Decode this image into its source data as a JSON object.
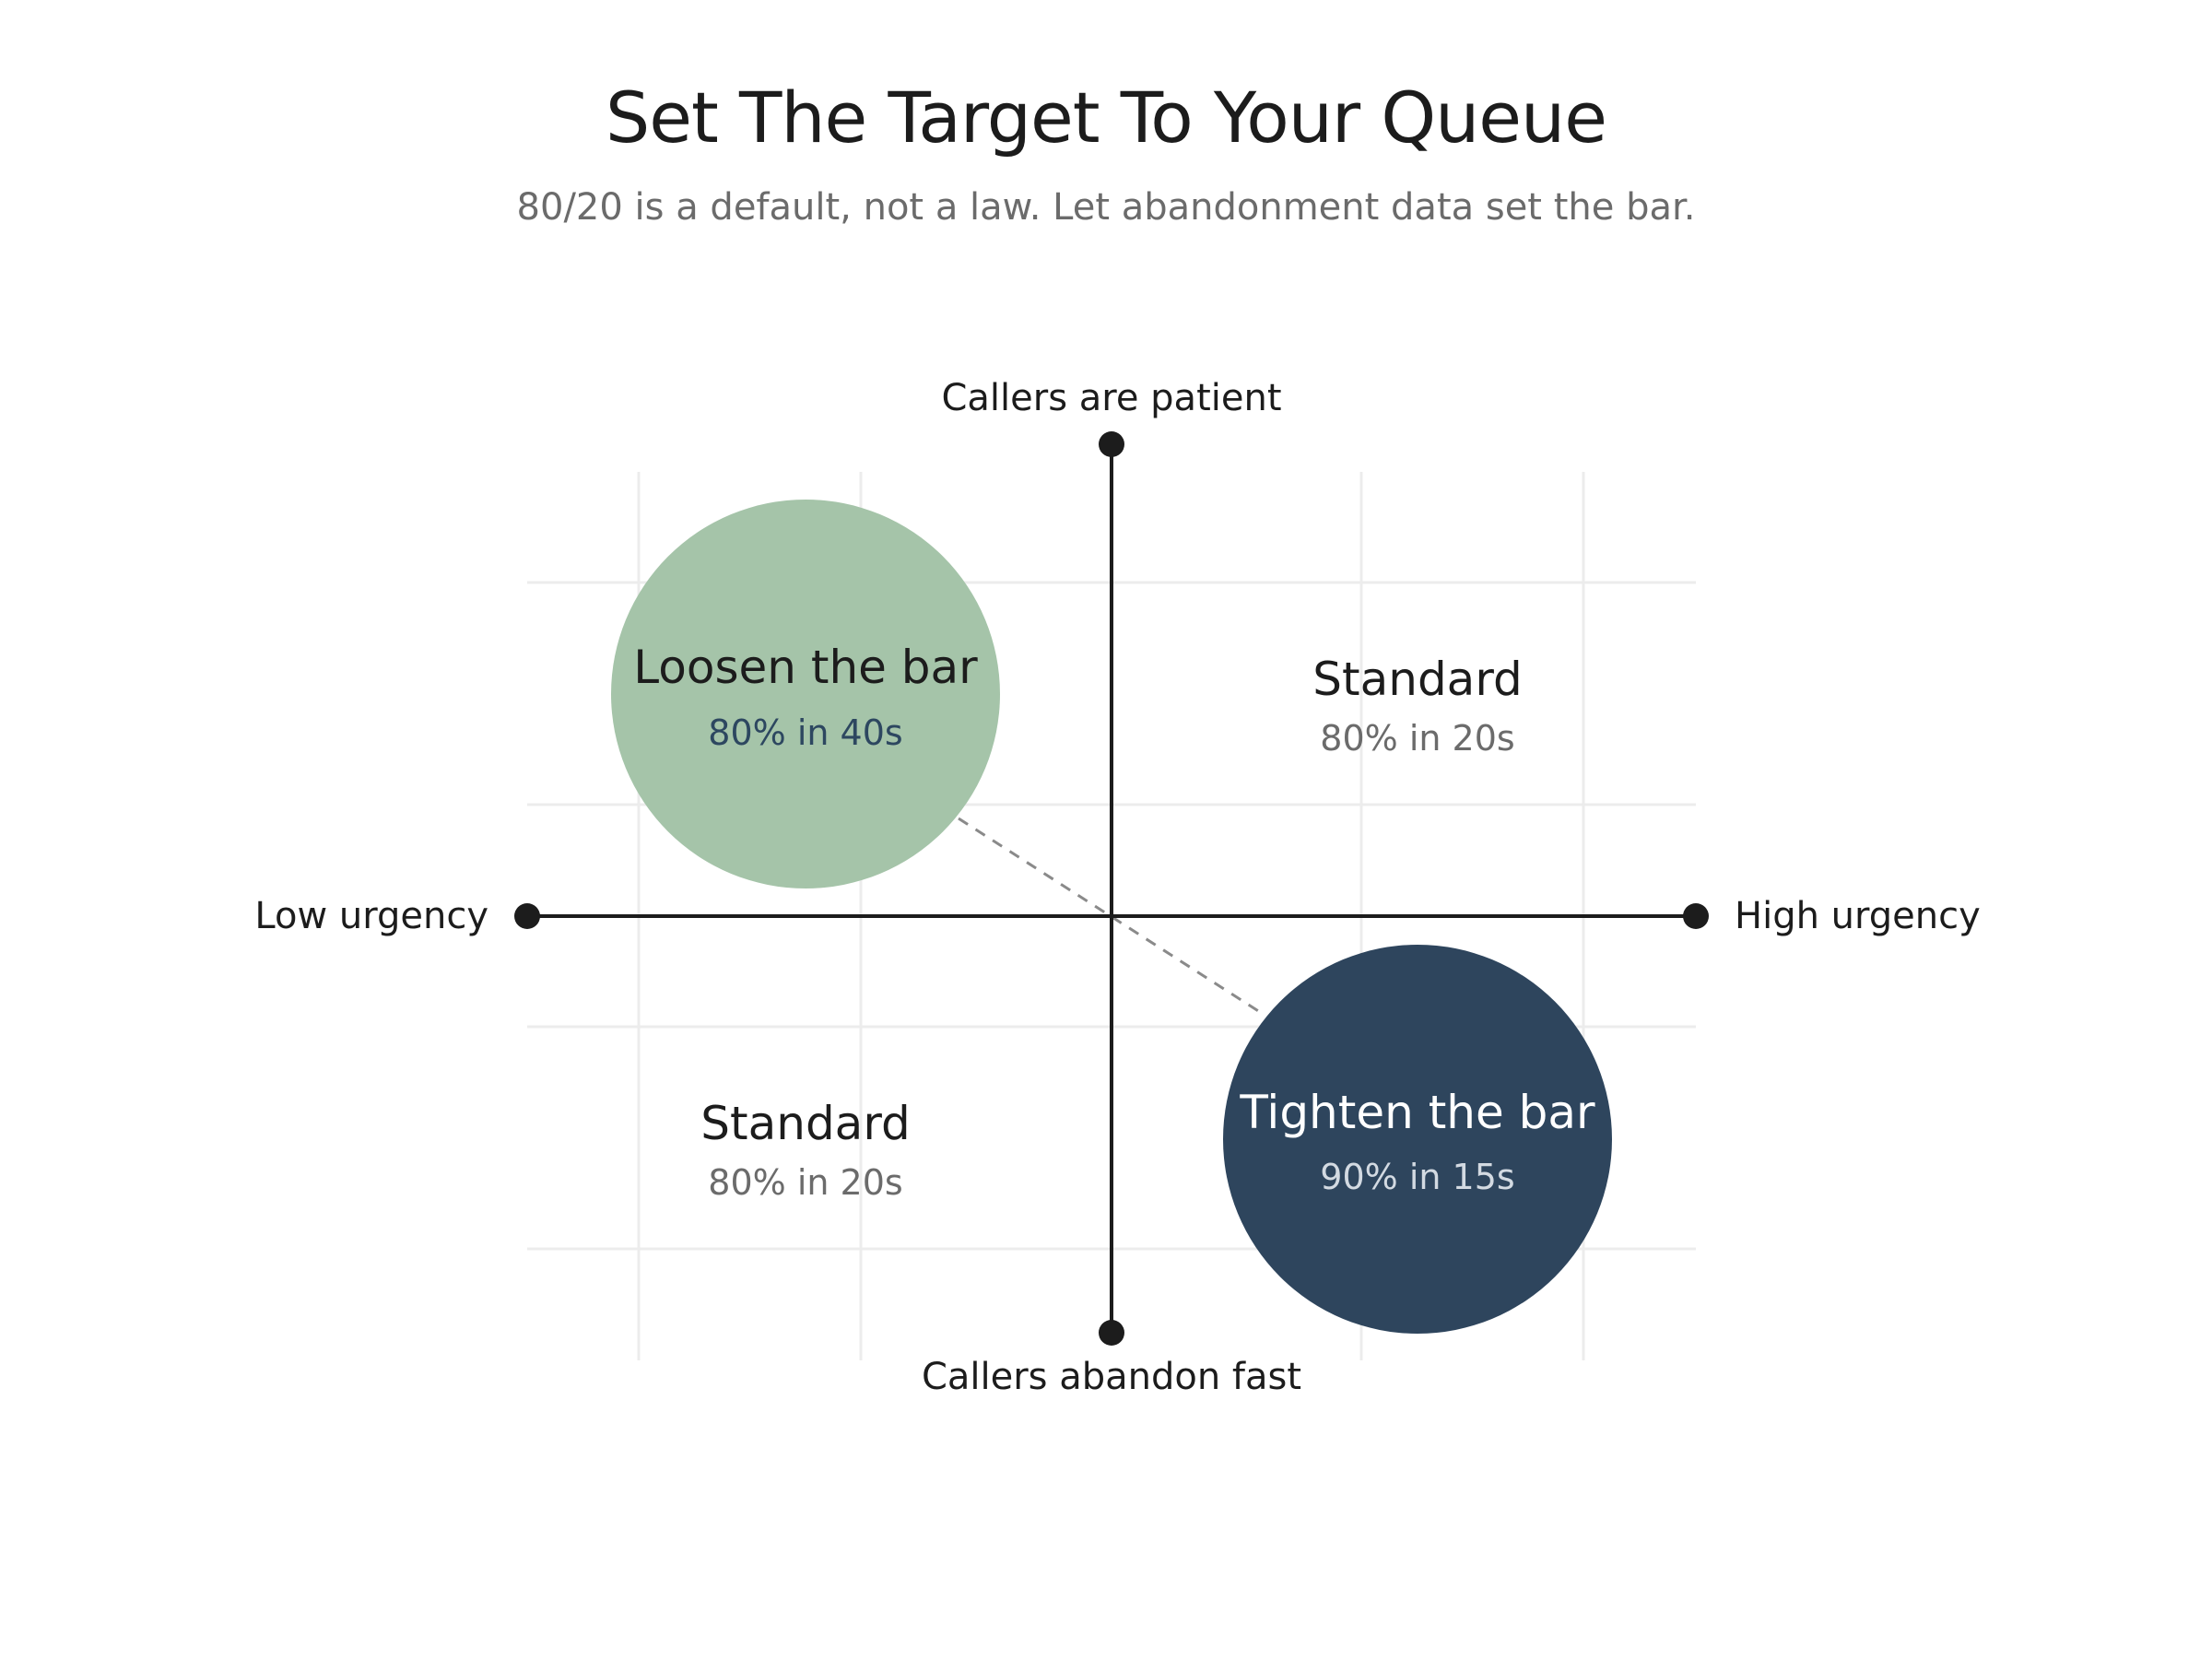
{
  "header": {
    "title": "Set The Target To Your Queue",
    "subtitle": "80/20 is a default, not a law. Let abandonment data set the bar."
  },
  "axes": {
    "top": "Callers are patient",
    "bottom": "Callers abandon fast",
    "left": "Low urgency",
    "right": "High urgency"
  },
  "quadrants": {
    "top_left": {
      "title": "Loosen the bar",
      "target": "80% in 40s",
      "highlighted": true,
      "fill_color": "#a5c4a9",
      "title_color": "#1c1c1c",
      "target_color": "#2d4760"
    },
    "top_right": {
      "title": "Standard",
      "target": "80% in 20s",
      "highlighted": false,
      "title_color": "#1c1c1c",
      "target_color": "#6b6b6b"
    },
    "bottom_left": {
      "title": "Standard",
      "target": "80% in 20s",
      "highlighted": false,
      "title_color": "#1c1c1c",
      "target_color": "#6b6b6b"
    },
    "bottom_right": {
      "title": "Tighten the bar",
      "target": "90% in 15s",
      "highlighted": true,
      "fill_color": "#2e455d",
      "title_color": "#ffffff",
      "target_color": "#d3dae2"
    }
  },
  "colors": {
    "axis": "#1c1c1c",
    "grid": "#ececec",
    "connector": "#8a8a8a"
  }
}
